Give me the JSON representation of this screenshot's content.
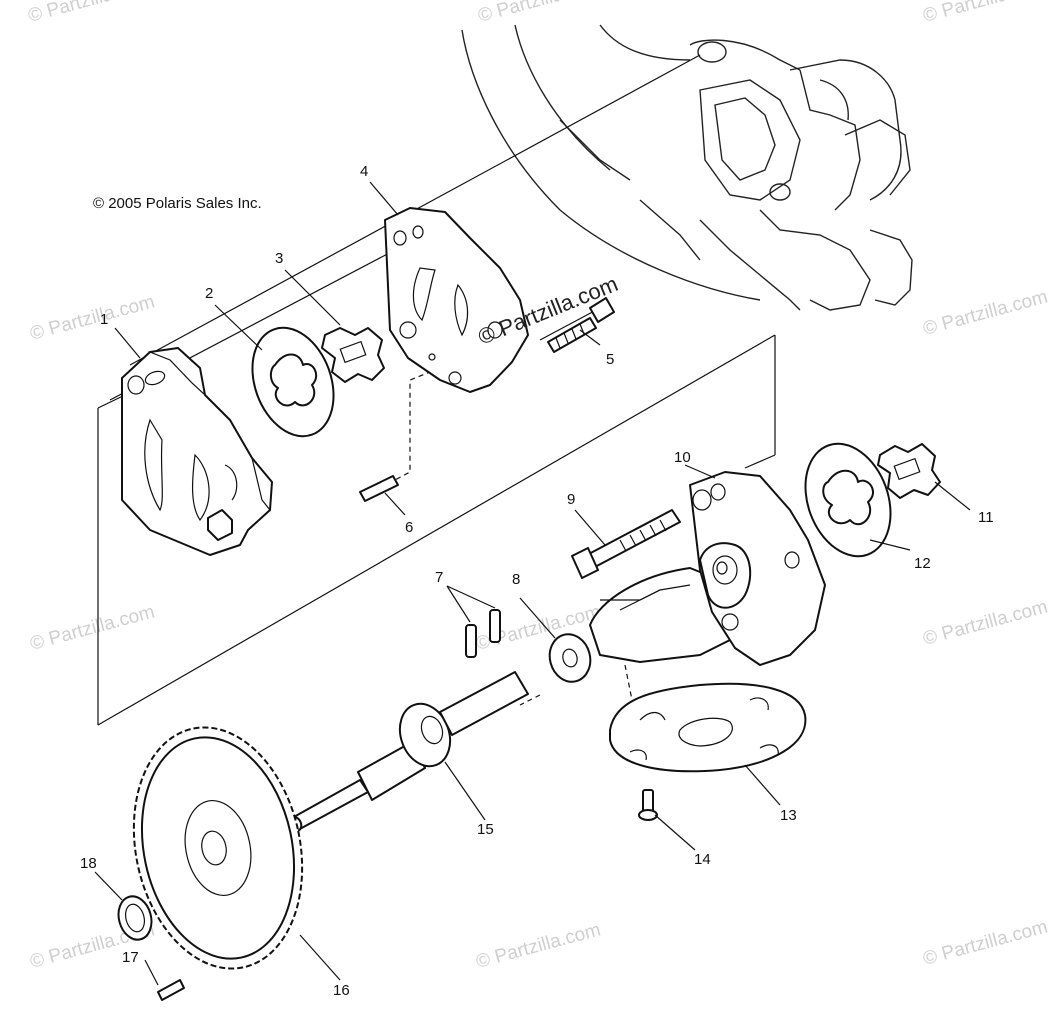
{
  "copyright": "© 2005 Polaris Sales Inc.",
  "center_watermark": "© Partzilla.com",
  "watermark_text": "© Partzilla.com",
  "parts": [
    {
      "number": "1"
    },
    {
      "number": "2"
    },
    {
      "number": "3"
    },
    {
      "number": "4"
    },
    {
      "number": "5"
    },
    {
      "number": "6"
    },
    {
      "number": "7"
    },
    {
      "number": "8"
    },
    {
      "number": "9"
    },
    {
      "number": "10"
    },
    {
      "number": "11"
    },
    {
      "number": "12"
    },
    {
      "number": "13"
    },
    {
      "number": "14"
    },
    {
      "number": "15"
    },
    {
      "number": "16"
    },
    {
      "number": "17"
    },
    {
      "number": "18"
    }
  ]
}
